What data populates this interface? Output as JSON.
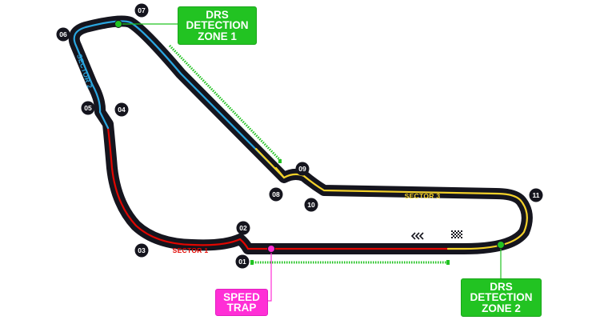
{
  "corners": [
    {
      "id": "c01",
      "label": "01"
    },
    {
      "id": "c02",
      "label": "02"
    },
    {
      "id": "c03",
      "label": "03"
    },
    {
      "id": "c04",
      "label": "04"
    },
    {
      "id": "c05",
      "label": "05"
    },
    {
      "id": "c06",
      "label": "06"
    },
    {
      "id": "c07",
      "label": "07"
    },
    {
      "id": "c08",
      "label": "08"
    },
    {
      "id": "c09",
      "label": "09"
    },
    {
      "id": "c10",
      "label": "10"
    },
    {
      "id": "c11",
      "label": "11"
    }
  ],
  "sectors": {
    "s1": {
      "label": "SECTOR 1",
      "color": "#e10600"
    },
    "s2": {
      "label": "SECTOR 2",
      "color": "#2aa6e0"
    },
    "s3": {
      "label": "SECTOR 3",
      "color": "#f5d22a"
    }
  },
  "drs_zone_1": {
    "line1": "DRS",
    "line2": "DETECTION",
    "line3": "ZONE 1"
  },
  "drs_zone_2": {
    "line1": "DRS",
    "line2": "DETECTION",
    "line3": "ZONE 2"
  },
  "speed_trap": {
    "line1": "SPEED",
    "line2": "TRAP"
  },
  "colors": {
    "track": "#15151e",
    "drs_green": "#22c322",
    "speed_trap": "#ff2fd6",
    "corner_marker": "#15151e"
  },
  "icons": {
    "direction": "chevron-left-icon",
    "finish": "checkered-flag-icon"
  }
}
